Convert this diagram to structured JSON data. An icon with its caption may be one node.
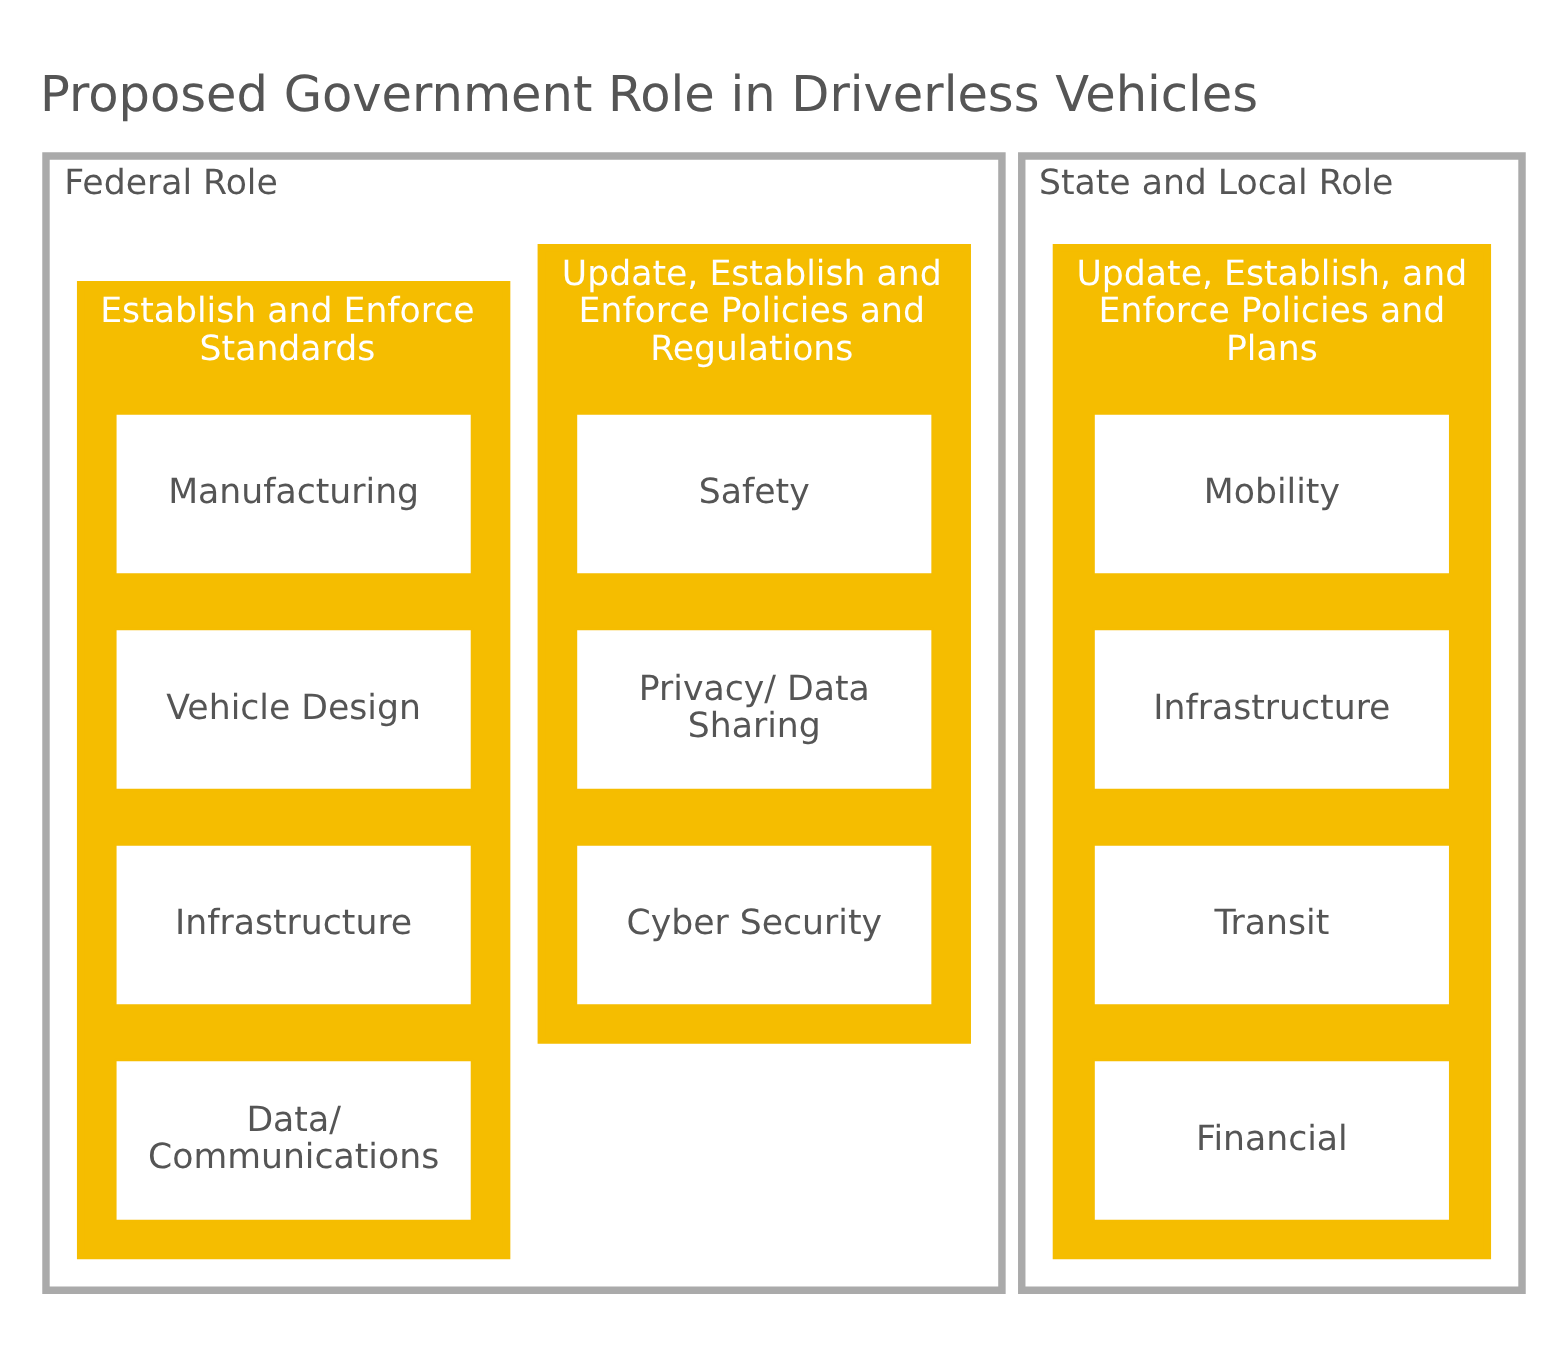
{
  "diagram": {
    "title": "Proposed Government Role in Driverless Vehicles",
    "nodes": [
      {
        "text": [
          "Federal Role"
        ]
      },
      {
        "text": [
          "Update, Establish and Enforce Policies and Regulations"
        ],
        "in": 0
      },
      {
        "text": [
          "Safety"
        ],
        "in": 1
      },
      {
        "text": [
          "Privacy/ Data Sharing"
        ],
        "in": 1
      },
      {
        "text": [
          "Cyber Security"
        ],
        "in": 1
      },
      {
        "text": [
          "Establish and Enforce Standards"
        ],
        "in": 0
      },
      {
        "text": [
          "Manufacturing"
        ],
        "in": 5
      },
      {
        "text": [
          "Vehicle Design"
        ],
        "in": 5
      },
      {
        "text": [
          "Infrastructure"
        ],
        "in": 5
      },
      {
        "text": [
          "Data/ Communications"
        ],
        "in": 5
      },
      {
        "text": [
          "State and Local Role"
        ]
      },
      {
        "text": [
          "Update, Establish, and Enforce Policies and Plans"
        ],
        "in": 10
      },
      {
        "text": [
          "Mobility"
        ],
        "in": 11
      },
      {
        "text": [
          "Infrastructure"
        ],
        "in": 11
      },
      {
        "text": [
          "Transit"
        ],
        "in": 11
      },
      {
        "text": [
          "Financial"
        ],
        "in": 11
      }
    ],
    "edges": []
  }
}
